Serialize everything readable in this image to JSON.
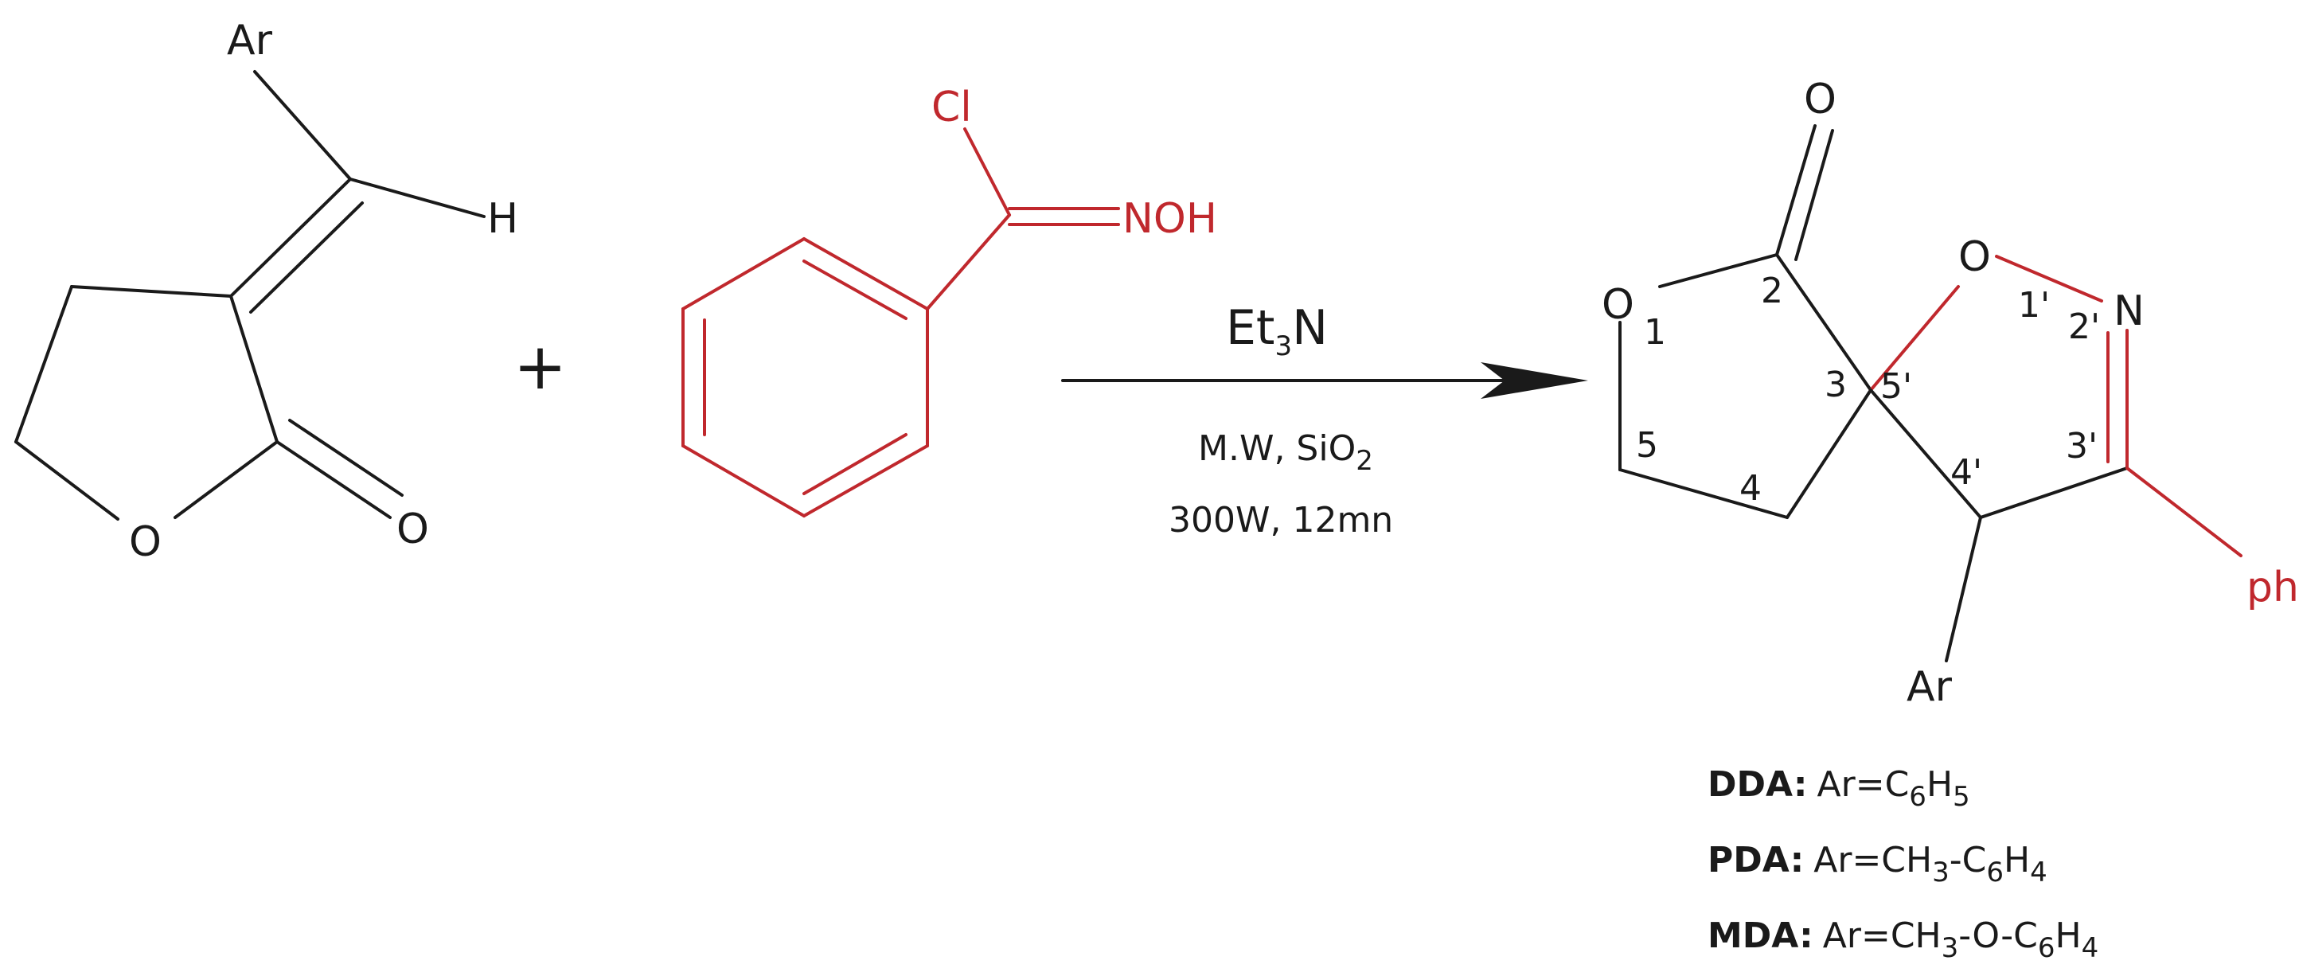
{
  "reactant1": {
    "ar": "Ar",
    "h": "H",
    "ring_o": "O",
    "carbonyl_o": "O"
  },
  "reactant2": {
    "cl": "Cl",
    "noh": "NOH"
  },
  "plus": "+",
  "conditions": {
    "reagent_base": "Et",
    "reagent_sub": "3",
    "reagent_tail": "N",
    "line2_base": "M.W, SiO",
    "line2_sub": "2",
    "line3": "300W, 12mn"
  },
  "product": {
    "carbonyl_o": "O",
    "ring_o": "O",
    "isox_o": "O",
    "isox_n": "N",
    "ph": "ph",
    "ar": "Ar",
    "numbers": {
      "n1": "1",
      "n2": "2",
      "n3": "3",
      "n4": "4",
      "n5": "5",
      "n1p": "1'",
      "n2p": "2'",
      "n3p": "3'",
      "n4p": "4'",
      "n5p": "5'"
    }
  },
  "legend": [
    {
      "code": "DDA:",
      "pre": "Ar=C",
      "s1": "6",
      "mid": "H",
      "s2": "5",
      "tail": ""
    },
    {
      "code": "PDA:",
      "pre": "Ar=CH",
      "s1": "3",
      "mid": "-C",
      "s2": "6",
      "tail": "H",
      "s3": "4"
    },
    {
      "code": "MDA:",
      "pre": "Ar=CH",
      "s1": "3",
      "mid": "-O-C",
      "s2": "6",
      "tail": "H",
      "s3": "4"
    }
  ],
  "colors": {
    "black": "#1a1a1a",
    "red": "#c0282d"
  }
}
